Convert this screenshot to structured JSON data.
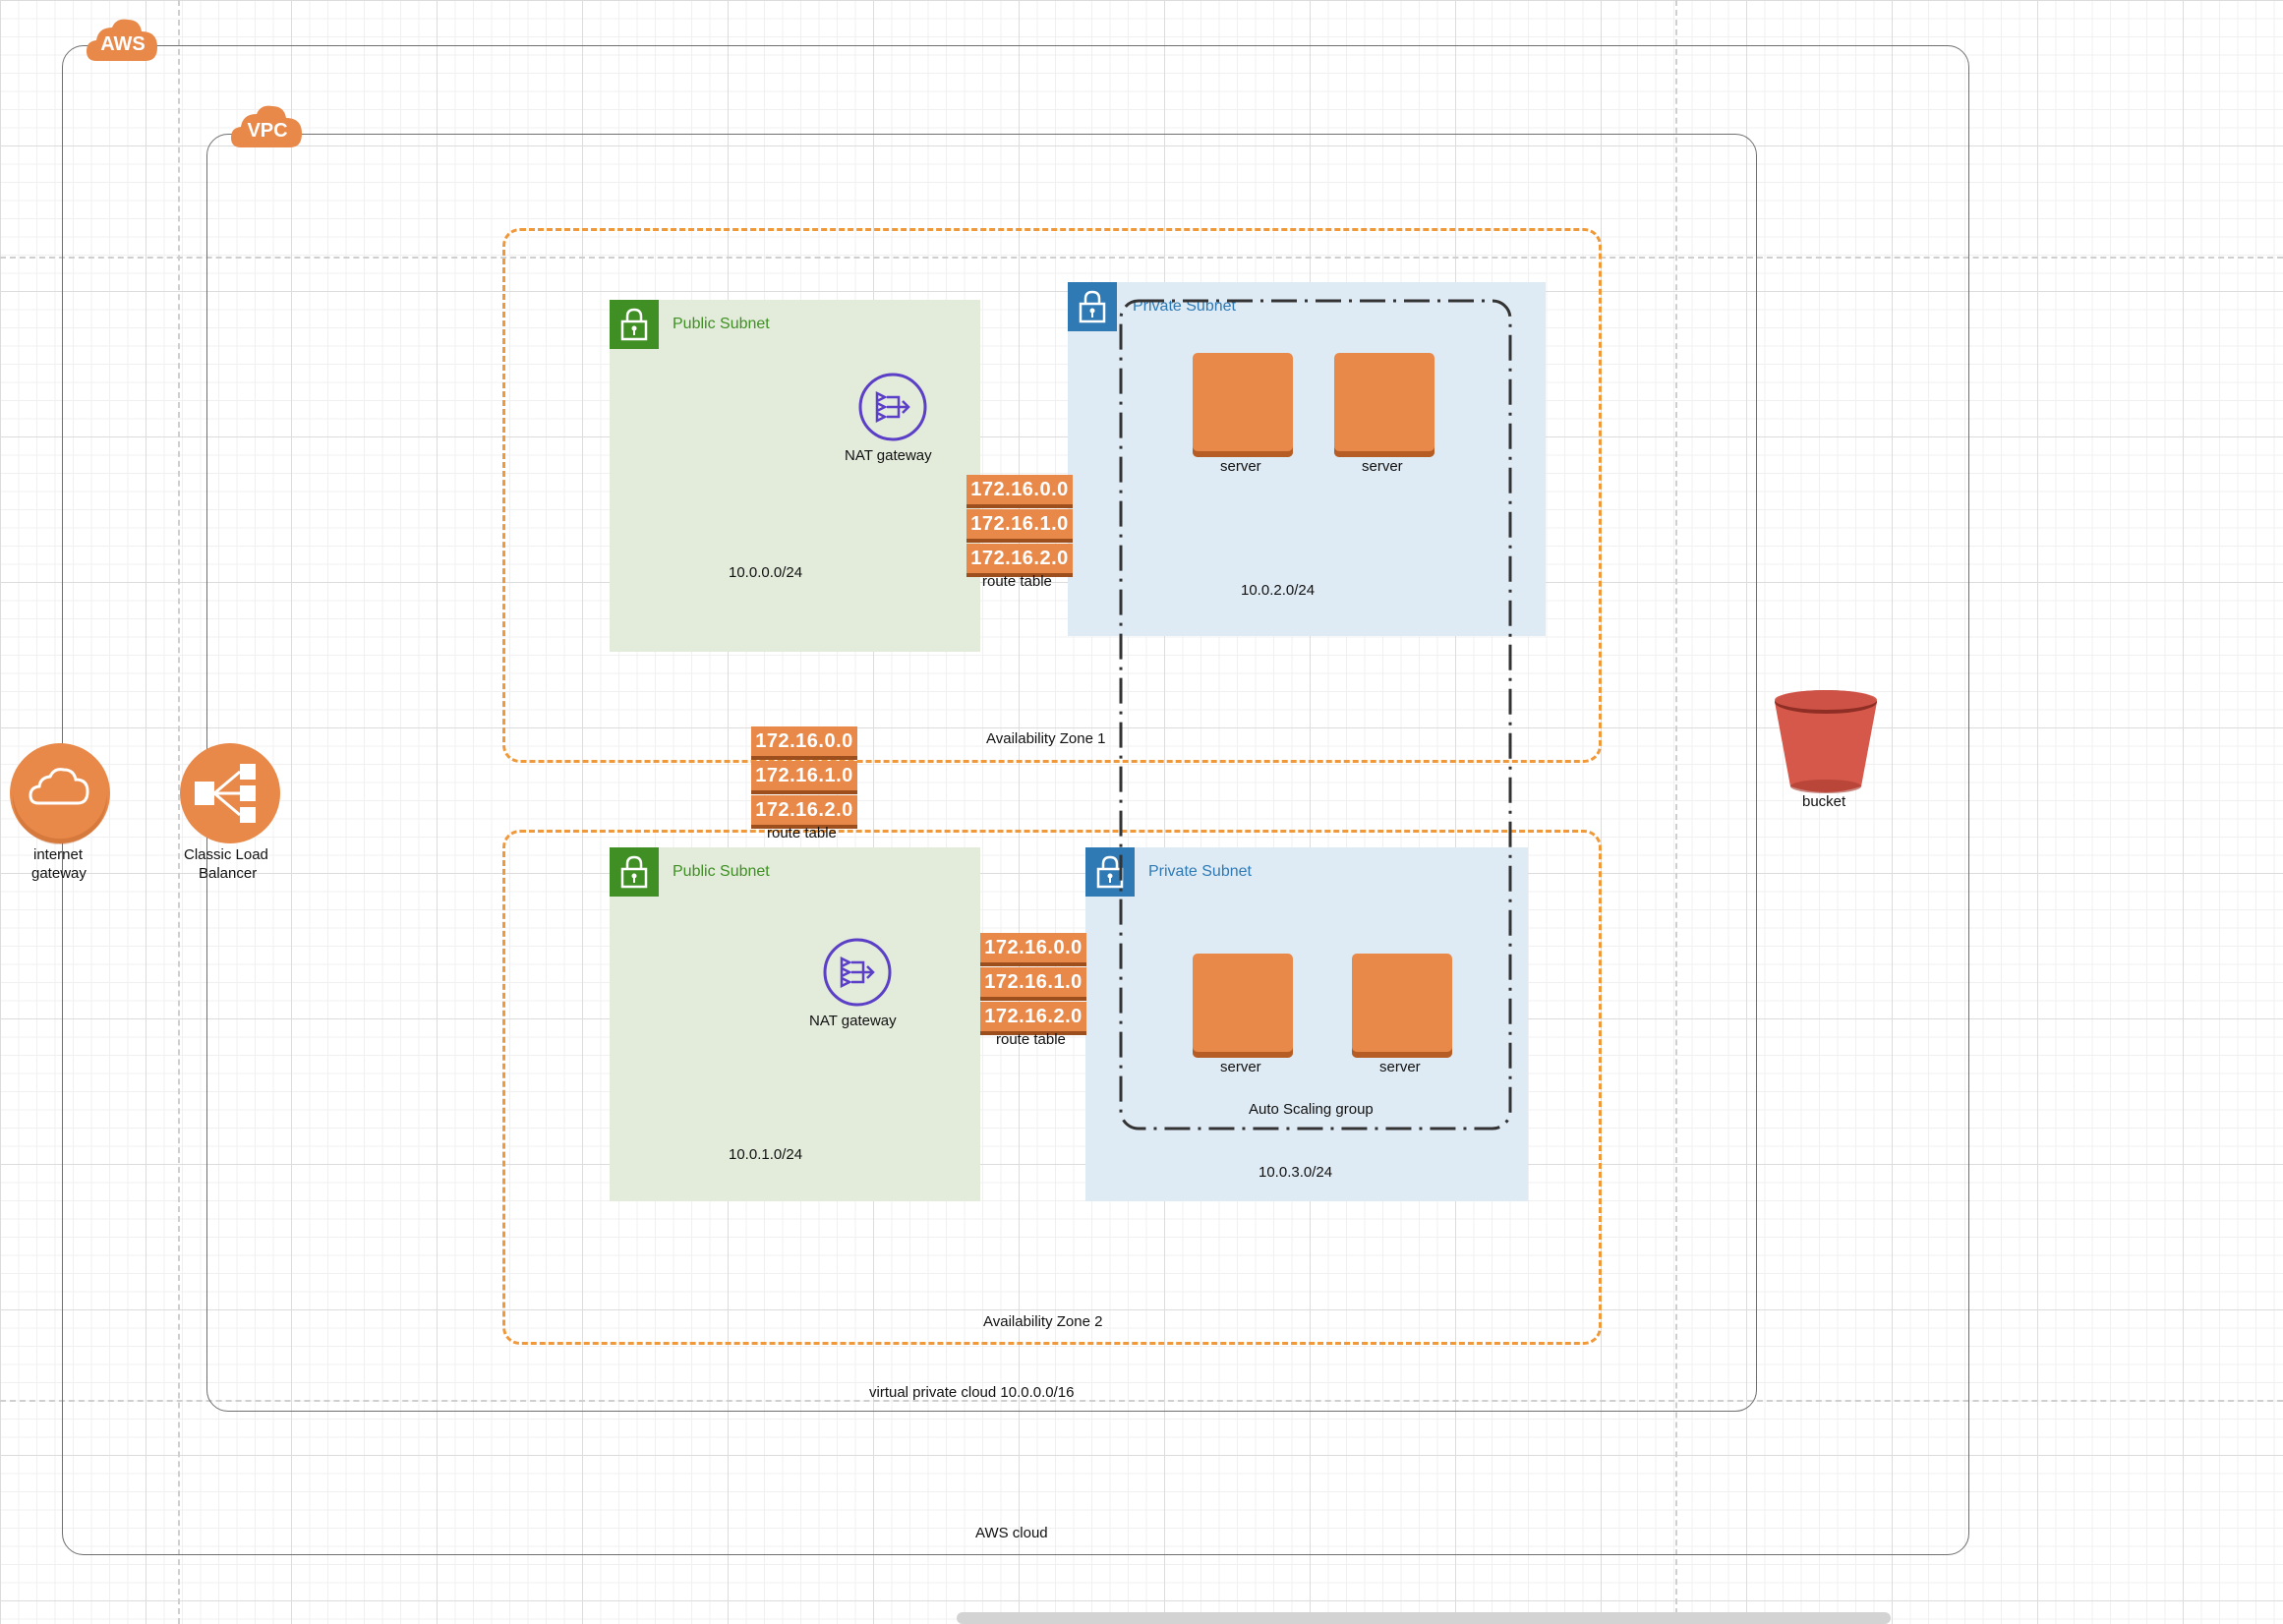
{
  "aws": {
    "badge": "AWS",
    "cloud_label": "AWS cloud"
  },
  "vpc": {
    "badge": "VPC",
    "label": "virtual private cloud  10.0.0.0/16"
  },
  "zones": {
    "az1": {
      "label": "Availability Zone 1"
    },
    "az2": {
      "label": "Availability  Zone 2"
    }
  },
  "subnets": {
    "pub1": {
      "title": "Public Subnet",
      "cidr": "10.0.0.0/24"
    },
    "priv1": {
      "title": "Private Subnet",
      "cidr": "10.0.2.0/24"
    },
    "pub2": {
      "title": "Public Subnet",
      "cidr": "10.0.1.0/24"
    },
    "priv2": {
      "title": "Private Subnet",
      "cidr": "10.0.3.0/24"
    }
  },
  "nat": {
    "label": "NAT gateway"
  },
  "route_table": {
    "label": "route table",
    "entries": [
      "172.16.0.0",
      "172.16.1.0",
      "172.16.2.0"
    ]
  },
  "servers": {
    "label": "server"
  },
  "asg": {
    "label": "Auto Scaling group"
  },
  "internet_gateway": {
    "label_line1": "internet",
    "label_line2": "gateway"
  },
  "load_balancer": {
    "label_line1": "Classic Load",
    "label_line2": "Balancer"
  },
  "bucket": {
    "label": "bucket"
  },
  "colors": {
    "aws_orange": "#e8894a",
    "public_subnet": "#3f8f24",
    "private_subnet": "#2f7ab5",
    "az_border": "#f0993a",
    "nat_purple": "#5b3fc7",
    "bucket_red": "#d5584a"
  },
  "icons": {
    "aws": "cloud-icon",
    "vpc": "cloud-icon",
    "subnet": "lock-icon",
    "nat": "nat-gateway-icon",
    "igw": "internet-gateway-icon",
    "elb": "load-balancer-icon",
    "s3": "bucket-icon"
  }
}
